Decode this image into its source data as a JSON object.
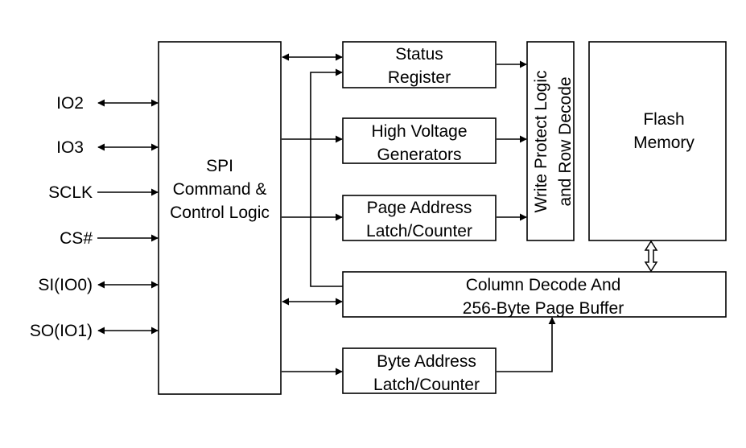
{
  "pins": {
    "io2": "IO2",
    "io3": "IO3",
    "sclk": "SCLK",
    "cs": "CS#",
    "si": "SI(IO0)",
    "so": "SO(IO1)"
  },
  "blocks": {
    "spi": [
      "SPI",
      "Command &",
      "Control Logic"
    ],
    "status_register": [
      "Status",
      "Register"
    ],
    "high_voltage": [
      "High Voltage",
      "Generators"
    ],
    "page_address": [
      "Page Address",
      "Latch/Counter"
    ],
    "write_protect": [
      "Write Protect Logic",
      "and Row Decode"
    ],
    "flash_memory": [
      "Flash",
      "Memory"
    ],
    "column_decode": [
      "Column Decode And",
      "256-Byte Page Buffer"
    ],
    "byte_address": [
      "Byte Address",
      "Latch/Counter"
    ]
  }
}
